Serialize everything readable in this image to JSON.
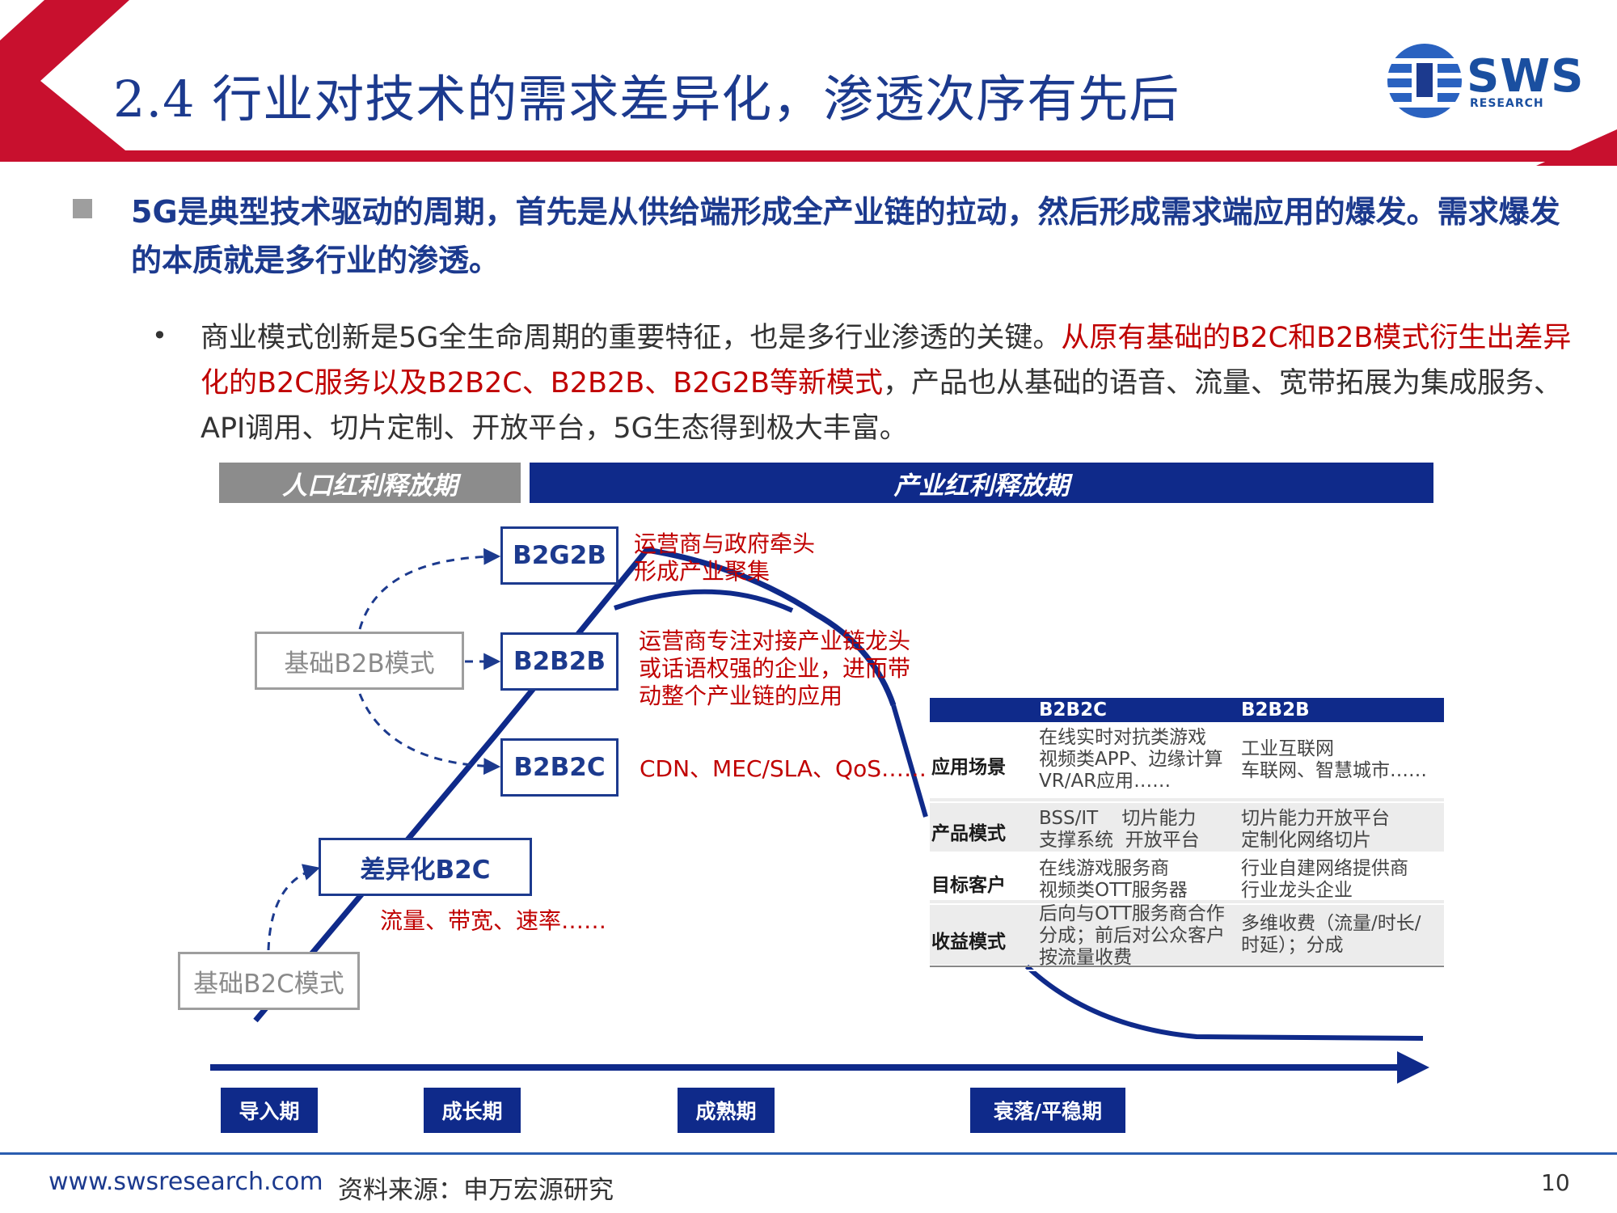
{
  "header": {
    "title": "2.4 行业对技术的需求差异化，渗透次序有先后",
    "logo_text": "SWS",
    "logo_sub": "RESEARCH",
    "accent_red": "#c8102e",
    "accent_blue": "#1c3a8e"
  },
  "bullets": {
    "main": "5G是典型技术驱动的周期，首先是从供给端形成全产业链的拉动，然后形成需求端应用的爆发。需求爆发的本质就是多行业的渗透。",
    "sub_normal_1": "商业模式创新是5G全生命周期的重要特征，也是多行业渗透的关键。",
    "sub_red": "从原有基础的B2C和B2B模式衍生出差异化的B2C服务以及B2B2C、B2B2B、B2G2B等新模式",
    "sub_normal_2": "，产品也从基础的语音、流量、宽带拓展为集成服务、API调用、切片定制、开放平台，5G生态得到极大丰富。"
  },
  "diagram": {
    "band_gray": "人口红利释放期",
    "band_blue": "产业红利释放期",
    "boxes": {
      "b2g2b": "B2G2B",
      "b2b2b": "B2B2B",
      "b2b2c": "B2B2C",
      "diff_b2c": "差异化B2C",
      "basic_b2b": "基础B2B模式",
      "basic_b2c": "基础B2C模式"
    },
    "notes": {
      "b2g2b": "运营商与政府牵头\n形成产业聚集",
      "b2b2b": "运营商专注对接产业链龙头\n或话语权强的企业，进而带\n动整个产业链的应用",
      "b2b2c": "CDN、MEC/SLA、QoS……",
      "diff_b2c": "流量、带宽、速率……"
    },
    "phases": [
      "导入期",
      "成长期",
      "成熟期",
      "衰落/平稳期"
    ]
  },
  "table": {
    "col_b2b2c": "B2B2C",
    "col_b2b2b": "B2B2B",
    "rows": [
      {
        "label": "应用场景",
        "b2b2c": "在线实时对抗类游戏\n视频类APP、边缘计算\nVR/AR应用……",
        "b2b2b": "工业互联网\n车联网、智慧城市……"
      },
      {
        "label": "产品模式",
        "b2b2c": "BSS/IT    切片能力\n支撑系统  开放平台",
        "b2b2b": "切片能力开放平台\n定制化网络切片"
      },
      {
        "label": "目标客户",
        "b2b2c": "在线游戏服务商\n视频类OTT服务器",
        "b2b2b": "行业自建网络提供商\n行业龙头企业"
      },
      {
        "label": "收益模式",
        "b2b2c": "后向与OTT服务商合作\n分成；前后对公众客户\n按流量收费",
        "b2b2b": "多维收费（流量/时长/\n时延）；分成"
      }
    ]
  },
  "footer": {
    "url": "www.swsresearch.com",
    "source": "资料来源：申万宏源研究",
    "page": "10"
  }
}
